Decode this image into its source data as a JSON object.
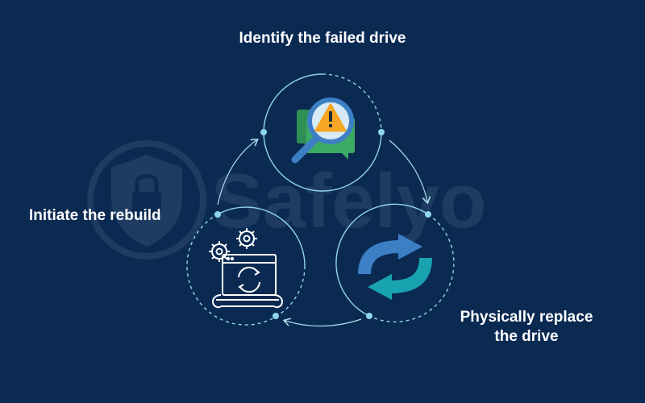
{
  "steps": [
    {
      "label": "Identify the failed drive",
      "icon": "magnifier-warning-icon"
    },
    {
      "label_lines": [
        "Physically replace",
        "the drive"
      ],
      "icon": "replace-arrows-icon"
    },
    {
      "label": "Initiate the rebuild",
      "icon": "gears-sync-window-icon"
    }
  ],
  "watermark": {
    "text": "Safelyo",
    "icon": "shield-lock-icon"
  },
  "colors": {
    "background": "#0b2a52",
    "ring": "#8fd6ea",
    "ring_dot": "#8fd6ea",
    "arrow": "#a9dce8",
    "accent_blue": "#3d7fc4",
    "accent_teal": "#19a3b0",
    "warning_orange": "#f6a623",
    "bubble_green": "#3cab63"
  }
}
